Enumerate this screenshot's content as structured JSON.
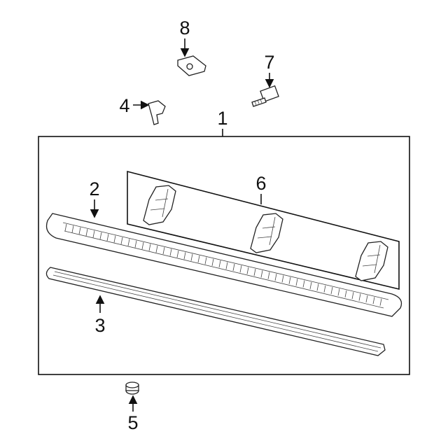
{
  "diagram": {
    "callouts": [
      {
        "number": "1",
        "part": "running-board-assembly"
      },
      {
        "number": "2",
        "part": "running-board"
      },
      {
        "number": "3",
        "part": "step-pad"
      },
      {
        "number": "4",
        "part": "pin"
      },
      {
        "number": "5",
        "part": "nut"
      },
      {
        "number": "6",
        "part": "mounting-brackets"
      },
      {
        "number": "7",
        "part": "bolt"
      },
      {
        "number": "8",
        "part": "clip-nut"
      }
    ],
    "colors": {
      "line": "#111111",
      "background": "#ffffff"
    }
  }
}
